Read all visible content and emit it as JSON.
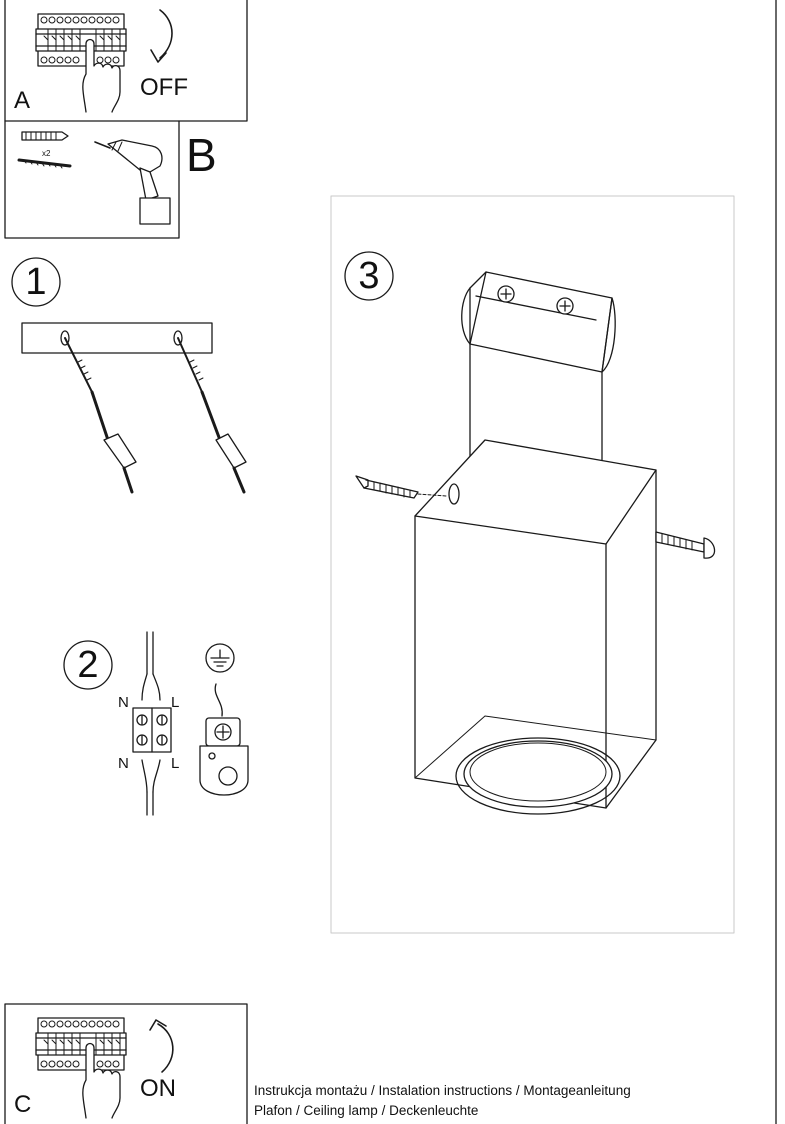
{
  "panels": {
    "A": {
      "letter": "A",
      "action": "OFF"
    },
    "B": {
      "letter": "B",
      "quantity": "x2"
    },
    "C": {
      "letter": "C",
      "action": "ON"
    }
  },
  "steps": {
    "step1": {
      "number": "1"
    },
    "step2": {
      "number": "2",
      "top_left": "N",
      "top_right": "L",
      "bottom_left": "N",
      "bottom_right": "L"
    },
    "step3": {
      "number": "3"
    }
  },
  "footer": {
    "line1": "Instrukcja montażu / Instalation instructions / Montageanleitung",
    "line2": "Plafon / Ceiling lamp / Deckenleuchte"
  },
  "icons": [
    "circuit-breaker-icon",
    "hand-icon",
    "curved-arrow-icon",
    "wall-plug-icon",
    "screw-icon",
    "drill-icon",
    "ground-symbol-icon",
    "terminal-block-icon",
    "mounting-bracket-icon",
    "lamp-body-icon"
  ]
}
